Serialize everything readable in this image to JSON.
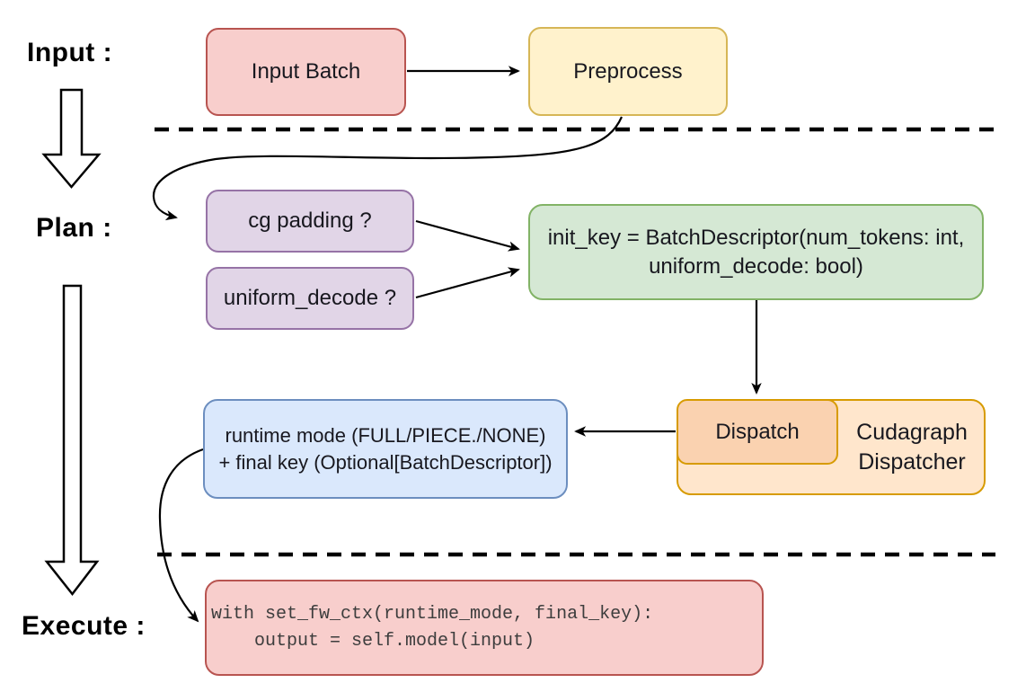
{
  "stage_labels": {
    "input": "Input :",
    "plan": "Plan :",
    "execute": "Execute :"
  },
  "nodes": {
    "input_batch": {
      "label": "Input Batch",
      "fill": "#F8CECC",
      "border": "#B85450"
    },
    "preprocess": {
      "label": "Preprocess",
      "fill": "#FFF2CC",
      "border": "#D6B656"
    },
    "cg_padding": {
      "label": "cg padding ?",
      "fill": "#E1D5E7",
      "border": "#9673A6"
    },
    "uniform_decode": {
      "label": "uniform_decode ?",
      "fill": "#E1D5E7",
      "border": "#9673A6"
    },
    "init_key": {
      "line1": "init_key = BatchDescriptor(num_tokens: int,",
      "line2": "uniform_decode: bool)",
      "fill": "#D5E8D4",
      "border": "#82B366"
    },
    "runtime_result": {
      "line1": "runtime mode (FULL/PIECE./NONE)",
      "line2": "+ final key (Optional[BatchDescriptor])",
      "fill": "#DAE8FC",
      "border": "#6C8EBF"
    },
    "dispatch": {
      "label": "Dispatch",
      "fill": "#FAD2B0",
      "border": "#D79B00"
    },
    "cudagraph_dispatcher": {
      "line1": "Cudagraph",
      "line2": "Dispatcher",
      "fill": "#FFE6CC",
      "border": "#D79B00"
    },
    "execute_code": {
      "line1": "with set_fw_ctx(runtime_mode, final_key):",
      "line2": "    output = self.model(input)",
      "fill": "#F8CECC",
      "border": "#B85450",
      "text_color": "#3d3d3d"
    }
  },
  "connectors": {
    "stroke": "#000000",
    "separator_style": "dashed",
    "edges": [
      "input_batch -> preprocess",
      "preprocess -> cg_padding",
      "cg_padding -> init_key",
      "uniform_decode -> init_key",
      "init_key -> dispatch",
      "dispatch -> runtime_result",
      "runtime_result -> execute_code"
    ]
  }
}
